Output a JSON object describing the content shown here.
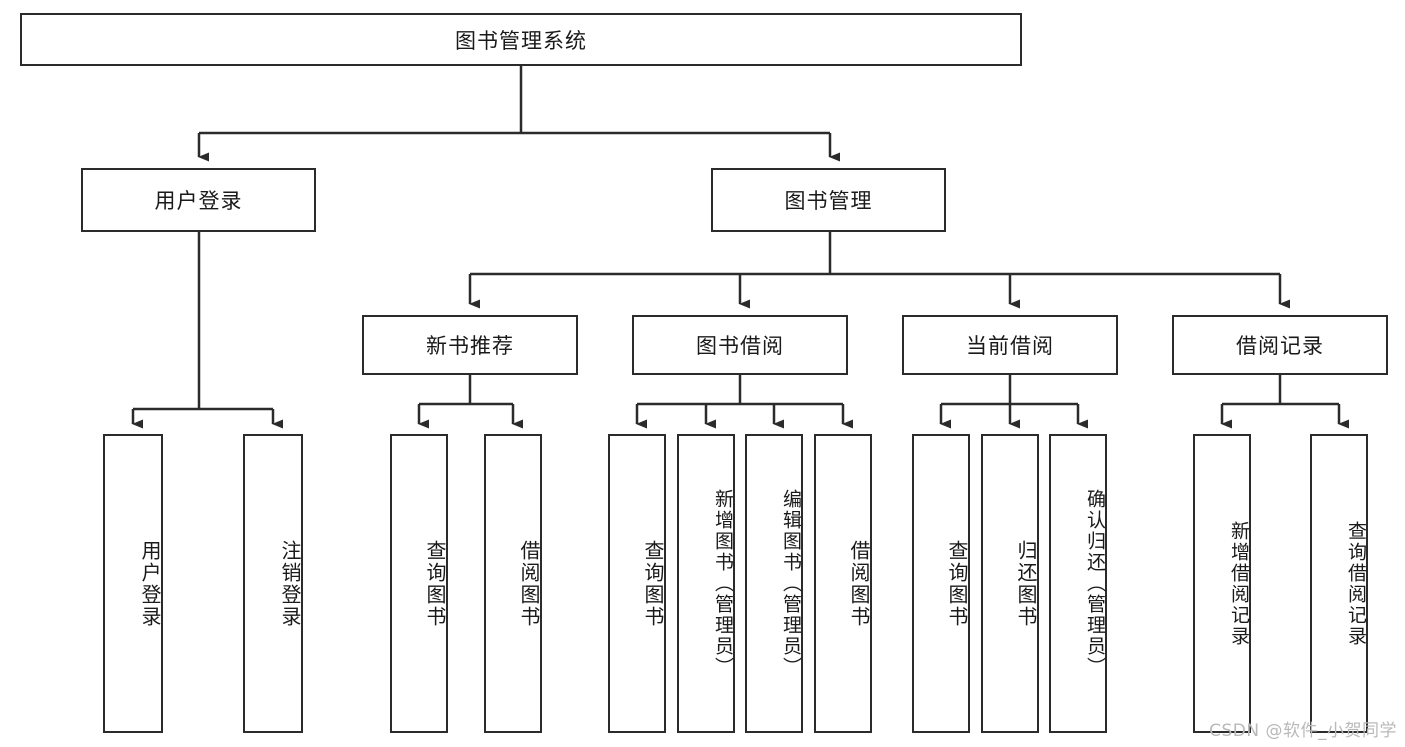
{
  "diagram": {
    "title": "图书管理系统",
    "watermark": "CSDN @软件_小贺同学",
    "levels": {
      "root": {
        "label": "图书管理系统"
      },
      "level2": [
        {
          "label": "用户登录"
        },
        {
          "label": "图书管理"
        }
      ],
      "level3": [
        {
          "label": "新书推荐"
        },
        {
          "label": "图书借阅"
        },
        {
          "label": "当前借阅"
        },
        {
          "label": "借阅记录"
        }
      ],
      "leaves": {
        "user_login": [
          {
            "label": "用户登录"
          },
          {
            "label": "注销登录"
          }
        ],
        "new_book": [
          {
            "label": "查询图书"
          },
          {
            "label": "借阅图书"
          }
        ],
        "borrow_book": [
          {
            "label": "查询图书"
          },
          {
            "label": "新增图书（管理员）"
          },
          {
            "label": "编辑图书（管理员）"
          },
          {
            "label": "借阅图书"
          }
        ],
        "current_borrow": [
          {
            "label": "查询图书"
          },
          {
            "label": "归还图书"
          },
          {
            "label": "确认归还（管理员）"
          }
        ],
        "borrow_record": [
          {
            "label": "新增借阅记录"
          },
          {
            "label": "查询借阅记录"
          }
        ]
      }
    },
    "colors": {
      "stroke": "#2b2b2b",
      "fill": "#ffffff",
      "text": "#1a1a1a",
      "watermark": "#b9b9b9"
    }
  }
}
